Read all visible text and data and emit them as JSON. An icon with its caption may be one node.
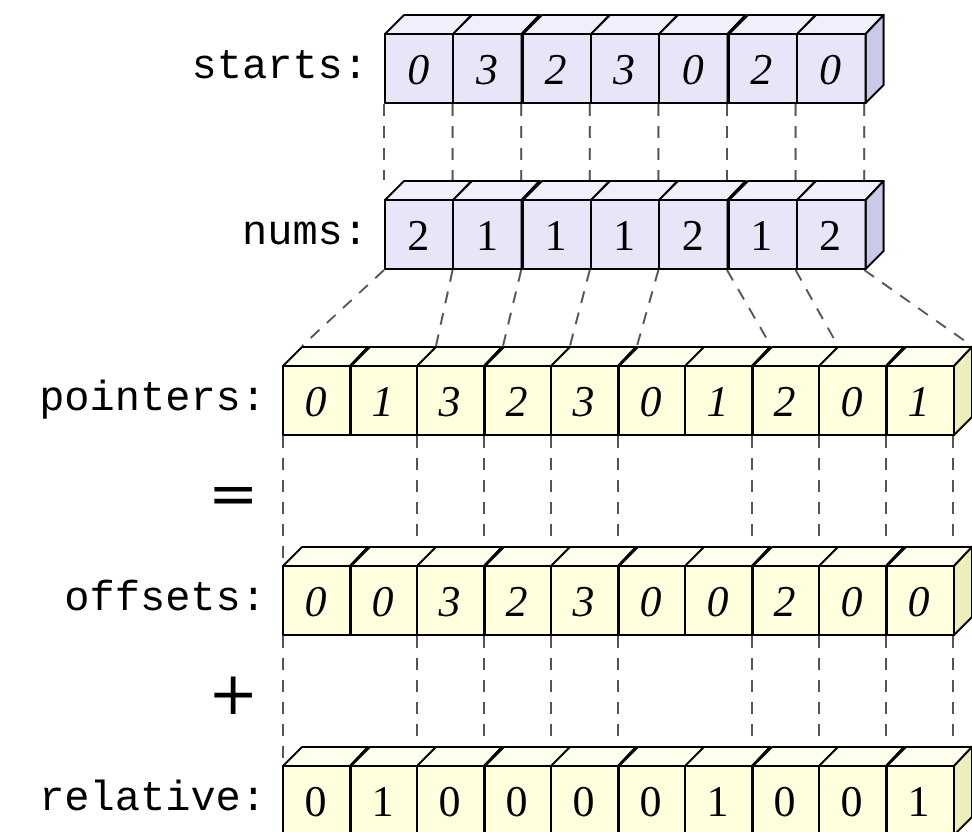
{
  "diagram": {
    "nodes": [
      {
        "text": [
          "starts:"
        ]
      },
      {
        "text": [
          "0"
        ],
        "in": 0
      },
      {
        "text": [
          "3"
        ],
        "in": 0
      },
      {
        "text": [
          "2"
        ],
        "in": 0
      },
      {
        "text": [
          "3"
        ],
        "in": 0
      },
      {
        "text": [
          "0"
        ],
        "in": 0
      },
      {
        "text": [
          "2"
        ],
        "in": 0
      },
      {
        "text": [
          "0"
        ],
        "in": 0
      },
      {
        "text": [
          "nums:"
        ]
      },
      {
        "text": [
          "2"
        ],
        "in": 8
      },
      {
        "text": [
          "1"
        ],
        "in": 8
      },
      {
        "text": [
          "1"
        ],
        "in": 8
      },
      {
        "text": [
          "1"
        ],
        "in": 8
      },
      {
        "text": [
          "2"
        ],
        "in": 8
      },
      {
        "text": [
          "1"
        ],
        "in": 8
      },
      {
        "text": [
          "2"
        ],
        "in": 8
      },
      {
        "text": [
          "pointers:"
        ]
      },
      {
        "text": [
          "0"
        ],
        "in": 16
      },
      {
        "text": [
          "1"
        ],
        "in": 16
      },
      {
        "text": [
          "3"
        ],
        "in": 16
      },
      {
        "text": [
          "2"
        ],
        "in": 16
      },
      {
        "text": [
          "3"
        ],
        "in": 16
      },
      {
        "text": [
          "0"
        ],
        "in": 16
      },
      {
        "text": [
          "1"
        ],
        "in": 16
      },
      {
        "text": [
          "2"
        ],
        "in": 16
      },
      {
        "text": [
          "0"
        ],
        "in": 16
      },
      {
        "text": [
          "1"
        ],
        "in": 16
      },
      {
        "text": [
          "offsets:"
        ]
      },
      {
        "text": [
          "0"
        ],
        "in": 27
      },
      {
        "text": [
          "0"
        ],
        "in": 27
      },
      {
        "text": [
          "3"
        ],
        "in": 27
      },
      {
        "text": [
          "2"
        ],
        "in": 27
      },
      {
        "text": [
          "3"
        ],
        "in": 27
      },
      {
        "text": [
          "0"
        ],
        "in": 27
      },
      {
        "text": [
          "0"
        ],
        "in": 27
      },
      {
        "text": [
          "2"
        ],
        "in": 27
      },
      {
        "text": [
          "0"
        ],
        "in": 27
      },
      {
        "text": [
          "0"
        ],
        "in": 27
      },
      {
        "text": [
          "relative:"
        ]
      },
      {
        "text": [
          "0"
        ],
        "in": 38
      },
      {
        "text": [
          "1"
        ],
        "in": 38
      },
      {
        "text": [
          "0"
        ],
        "in": 38
      },
      {
        "text": [
          "0"
        ],
        "in": 38
      },
      {
        "text": [
          "0"
        ],
        "in": 38
      },
      {
        "text": [
          "0"
        ],
        "in": 38
      },
      {
        "text": [
          "1"
        ],
        "in": 38
      },
      {
        "text": [
          "0"
        ],
        "in": 38
      },
      {
        "text": [
          "0"
        ],
        "in": 38
      },
      {
        "text": [
          "1"
        ],
        "in": 38
      }
    ],
    "labels": [
      "=",
      "+"
    ]
  }
}
